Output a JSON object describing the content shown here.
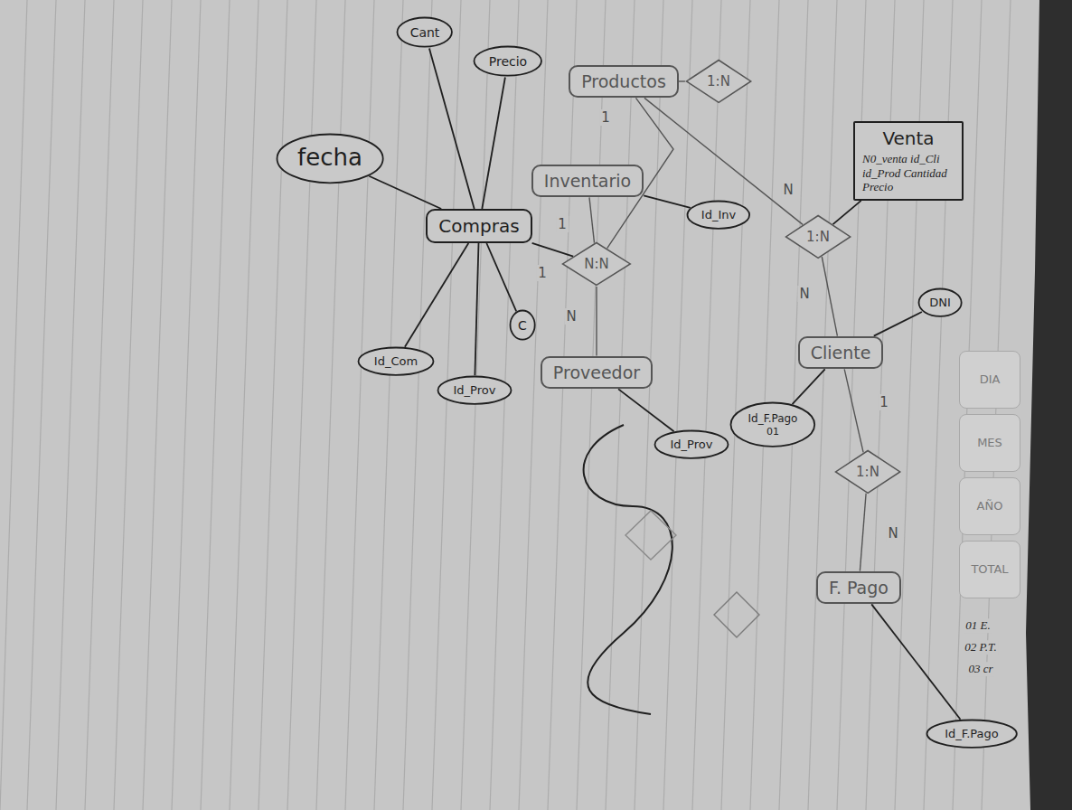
{
  "diagram": {
    "nodes": [
      {
        "text": [
          "Venta",
          "N0_venta id_Cli id_Prod Cantidad Precio"
        ]
      },
      {
        "text": [
          "Productos"
        ]
      },
      {
        "text": [
          "1:N"
        ]
      },
      {
        "text": [
          "1:N"
        ]
      },
      {
        "text": [
          "Cliente"
        ]
      },
      {
        "text": [
          "1:N"
        ]
      },
      {
        "text": [
          "F. Pago"
        ]
      },
      {
        "text": [
          "Inventario"
        ]
      },
      {
        "text": [
          "N:N"
        ]
      },
      {
        "text": [
          "Proveedor"
        ]
      },
      {
        "text": [
          "Compras"
        ]
      },
      {
        "text": [
          "fecha"
        ]
      },
      {
        "text": [
          "Precio"
        ]
      },
      {
        "text": [
          "Cant"
        ]
      },
      {
        "text": [
          "Id_Inv"
        ]
      },
      {
        "text": [
          "C"
        ]
      },
      {
        "text": [
          "Id_Prov"
        ]
      },
      {
        "text": [
          "Id_Com"
        ]
      },
      {
        "text": [
          "DNI"
        ]
      },
      {
        "text": [
          "Id_F.Pago",
          "01"
        ]
      },
      {
        "text": [
          "Id_Prov"
        ]
      },
      {
        "text": [
          "Id_F.Pago"
        ]
      }
    ],
    "edges": [
      {
        "from": 1,
        "to": 3,
        "arrow": "none"
      },
      {
        "from": 3,
        "to": 4,
        "arrow": "none"
      },
      {
        "from": 4,
        "to": 5,
        "arrow": "none"
      },
      {
        "from": 5,
        "to": 6,
        "arrow": "none"
      },
      {
        "from": 1,
        "to": 2,
        "arrow": "none"
      },
      {
        "from": 0,
        "to": 3,
        "arrow": "none"
      },
      {
        "from": 7,
        "to": 8,
        "arrow": "none"
      },
      {
        "from": 8,
        "to": 9,
        "arrow": "none"
      },
      {
        "from": 1,
        "to": 8,
        "arrow": "none"
      },
      {
        "from": 10,
        "to": 11,
        "arrow": "none"
      },
      {
        "from": 10,
        "to": 12,
        "arrow": "none"
      },
      {
        "from": 10,
        "to": 13,
        "arrow": "none"
      },
      {
        "from": 10,
        "to": 15,
        "arrow": "none"
      },
      {
        "from": 10,
        "to": 16,
        "arrow": "none"
      },
      {
        "from": 10,
        "to": 17,
        "arrow": "none"
      },
      {
        "from": 10,
        "to": 8,
        "arrow": "none"
      },
      {
        "from": 7,
        "to": 14,
        "arrow": "none"
      },
      {
        "from": 4,
        "to": 18,
        "arrow": "none"
      },
      {
        "from": 4,
        "to": 19,
        "arrow": "none"
      },
      {
        "from": 9,
        "to": 20,
        "arrow": "none"
      },
      {
        "from": 6,
        "to": 21,
        "arrow": "none"
      }
    ],
    "labels": [
      "DIA",
      "MES",
      "AÑO",
      "TOTAL",
      "01 E.",
      "02 P.T.",
      "03 cr",
      "1",
      "N",
      "N",
      "1",
      "N",
      "1",
      "N",
      "1"
    ]
  }
}
